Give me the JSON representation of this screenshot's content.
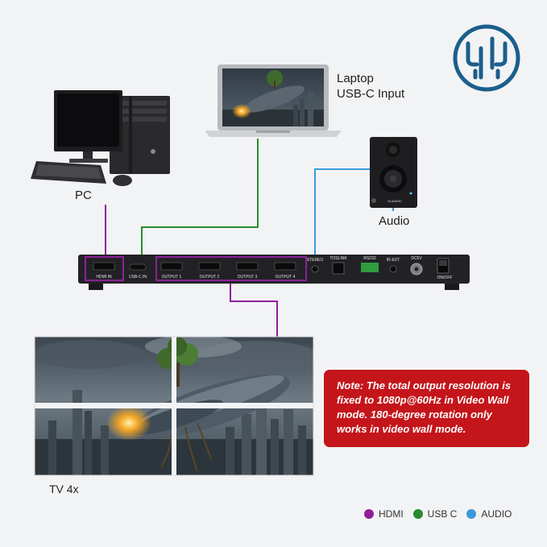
{
  "labels": {
    "laptop_line1": "Laptop",
    "laptop_line2": "USB-C Input",
    "pc": "PC",
    "audio": "Audio",
    "tv": "TV 4x",
    "speaker_brand": "M-AUDIO"
  },
  "note": "Note: The total output resolution is fixed to 1080p@60Hz in Video Wall mode. 180-degree rotation only works in video wall mode.",
  "device_ports": {
    "hdmi_in": "HDMI IN",
    "usbc_in": "USB-C IN",
    "outputs": [
      "OUTPUT 1",
      "OUTPUT 2",
      "OUTPUT 3",
      "OUTPUT 4"
    ],
    "stereo": "STEREO",
    "toslink": "TOSLINK",
    "rs232": "RS232",
    "ir_ext": "IR-EXT",
    "dc5v": "DC5V",
    "power": "ON/OFF"
  },
  "legend": [
    {
      "label": "HDMI",
      "color": "#8e1f99"
    },
    {
      "label": "USB C",
      "color": "#2a8a2e"
    },
    {
      "label": "AUDIO",
      "color": "#3a9ad9"
    }
  ],
  "colors": {
    "hdmi": "#8e1f99",
    "usbc": "#2a8a2e",
    "audio": "#3a9ad9",
    "note_bg": "#c4151b",
    "logo": "#1b5e8c"
  },
  "icons": {
    "logo": "brand-logo-icon",
    "pc": "desktop-pc-icon",
    "laptop": "laptop-icon",
    "speaker": "speaker-icon",
    "device": "video-wall-controller-icon",
    "tv": "video-wall-icon"
  }
}
